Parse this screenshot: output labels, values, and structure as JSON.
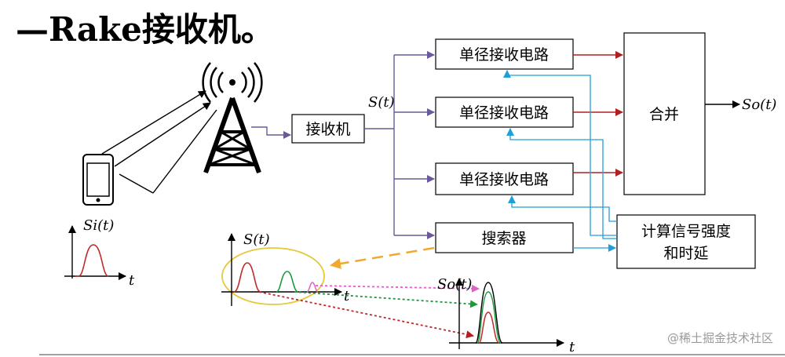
{
  "title": "—Rake接收机。",
  "blocks": {
    "receiver": "接收机",
    "path_circuit": "单径接收电路",
    "combiner": "合并",
    "searcher": "搜索器",
    "calc_line1": "计算信号强度",
    "calc_line2": "和时延"
  },
  "signals": {
    "input_label": "S(t)",
    "output_label": "So(t)",
    "transmit_label": "Si(t)",
    "received_plot_label": "S(t)",
    "combined_plot_label": "So(t)",
    "time_axis": "t"
  },
  "watermark": "@稀土掘金技术社区",
  "colors": {
    "input_arrow": "#6a5a9c",
    "output_arrow": "#b02020",
    "control_arrow": "#1e9fd6",
    "pulse_red": "#c0282a",
    "pulse_green": "#1a9a3a",
    "pulse_pink": "#e060c8",
    "ellipse": "#e6c83a",
    "search_arrow": "#f0a830"
  }
}
